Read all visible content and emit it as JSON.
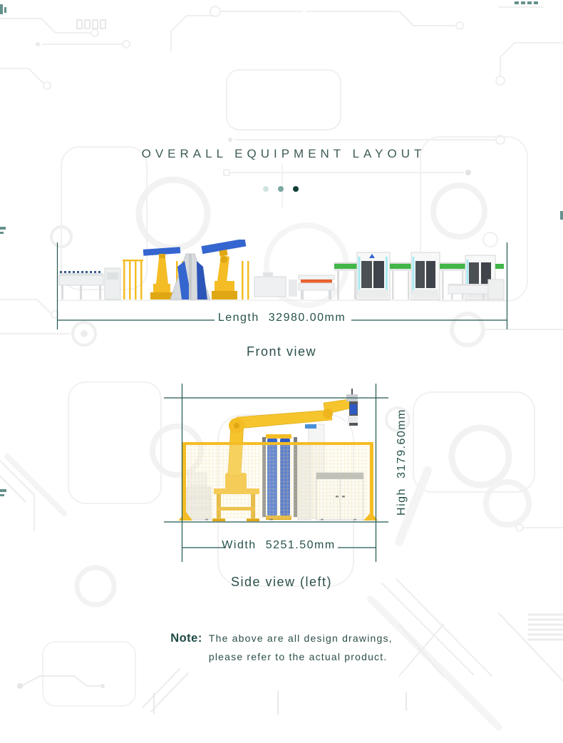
{
  "header": {
    "title": "OVERALL EQUIPMENT LAYOUT"
  },
  "front_view": {
    "caption": "Front view",
    "dimension": {
      "label": "Length",
      "value": "32980.00mm"
    }
  },
  "side_view": {
    "caption": "Side view (left)",
    "width_dimension": {
      "label": "Width",
      "value": "5251.50mm"
    },
    "height_dimension": {
      "label": "High",
      "value": "3179.60mm"
    }
  },
  "note": {
    "label": "Note:",
    "line1": "The above are all design drawings,",
    "line2": "please refer to the actual product."
  },
  "colors": {
    "dimension_line": "#215750",
    "text_teal": "#2b4f4a",
    "dot_light": "#cfe5e1",
    "dot_mid": "#7aa8a3",
    "dot_dark": "#123f39",
    "machine_yellow": "#f4bd25",
    "machine_yellow_dark": "#dfa713",
    "panel_blue": "#3565cf",
    "conveyor_green": "#41b649",
    "stripe_cyan": "#a8e9f2",
    "stripe_orange": "#e8622e",
    "door_dark": "#4b5055"
  }
}
